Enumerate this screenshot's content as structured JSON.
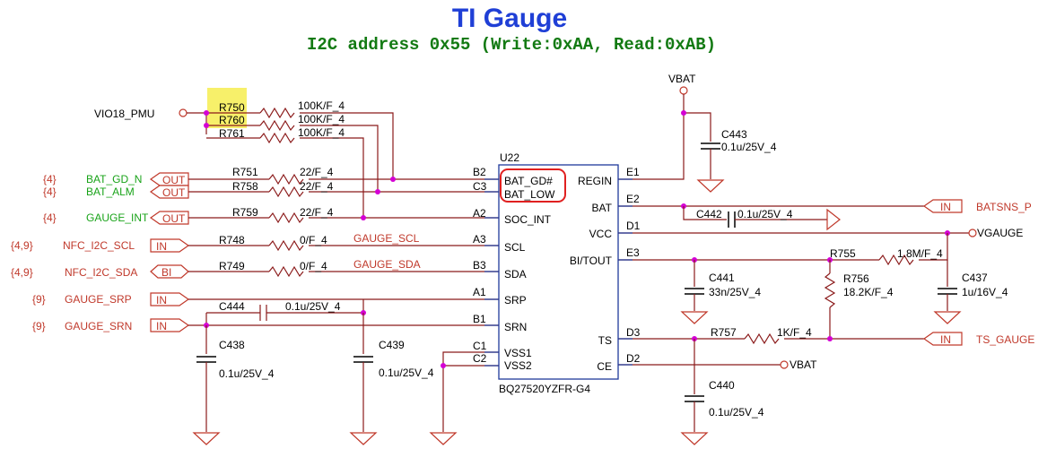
{
  "title": "TI Gauge",
  "subtitle": "I2C address 0x55 (Write:0xAA, Read:0xAB)",
  "ic": {
    "ref": "U22",
    "part": "BQ27520YZFR-G4",
    "left_pins": [
      {
        "num": "B2",
        "name": "BAT_GD#"
      },
      {
        "num": "C3",
        "name": "BAT_LOW"
      },
      {
        "num": "A2",
        "name": "SOC_INT"
      },
      {
        "num": "A3",
        "name": "SCL"
      },
      {
        "num": "B3",
        "name": "SDA"
      },
      {
        "num": "A1",
        "name": "SRP"
      },
      {
        "num": "B1",
        "name": "SRN"
      },
      {
        "num": "C1",
        "name": "VSS1"
      },
      {
        "num": "C2",
        "name": "VSS2"
      }
    ],
    "right_pins": [
      {
        "num": "E1",
        "name": "REGIN"
      },
      {
        "num": "E2",
        "name": "BAT"
      },
      {
        "num": "D1",
        "name": "VCC"
      },
      {
        "num": "E3",
        "name": "BI/TOUT"
      },
      {
        "num": "D3",
        "name": "TS"
      },
      {
        "num": "D2",
        "name": "CE"
      }
    ]
  },
  "nets": {
    "vio": "VIO18_PMU",
    "vbat_top": "VBAT",
    "vbat_ce": "VBAT",
    "vgauge": "VGAUGE",
    "batsns": "BATSNS_P",
    "ts_gauge": "TS_GAUGE",
    "gauge_scl": "GAUGE_SCL",
    "gauge_sda": "GAUGE_SDA"
  },
  "left_ports": [
    {
      "ref": "{4}",
      "net": "BAT_GD_N",
      "dir": "OUT"
    },
    {
      "ref": "{4}",
      "net": "BAT_ALM",
      "dir": "OUT"
    },
    {
      "ref": "{4}",
      "net": "GAUGE_INT",
      "dir": "OUT"
    },
    {
      "ref": "{4,9}",
      "net": "NFC_I2C_SCL",
      "dir": "IN"
    },
    {
      "ref": "{4,9}",
      "net": "NFC_I2C_SDA",
      "dir": "BI"
    },
    {
      "ref": "{9}",
      "net": "GAUGE_SRP",
      "dir": "IN"
    },
    {
      "ref": "{9}",
      "net": "GAUGE_SRN",
      "dir": "IN"
    }
  ],
  "right_ports": [
    {
      "net": "BATSNS_P",
      "dir": "IN"
    },
    {
      "net": "TS_GAUGE",
      "dir": "IN"
    }
  ],
  "resistors": [
    {
      "ref": "R750",
      "value": "100K/F_4"
    },
    {
      "ref": "R760",
      "value": "100K/F_4"
    },
    {
      "ref": "R761",
      "value": "100K/F_4"
    },
    {
      "ref": "R751",
      "value": "22/F_4"
    },
    {
      "ref": "R758",
      "value": "22/F_4"
    },
    {
      "ref": "R759",
      "value": "22/F_4"
    },
    {
      "ref": "R748",
      "value": "0/F_4"
    },
    {
      "ref": "R749",
      "value": "0/F_4"
    },
    {
      "ref": "R755",
      "value": "1.8M/F_4"
    },
    {
      "ref": "R756",
      "value": "18.2K/F_4"
    },
    {
      "ref": "R757",
      "value": "1K/F_4"
    }
  ],
  "capacitors": [
    {
      "ref": "C443",
      "value": "0.1u/25V_4"
    },
    {
      "ref": "C442",
      "value": "0.1u/25V_4"
    },
    {
      "ref": "C444",
      "value": "0.1u/25V_4"
    },
    {
      "ref": "C438",
      "value": "0.1u/25V_4"
    },
    {
      "ref": "C439",
      "value": "0.1u/25V_4"
    },
    {
      "ref": "C441",
      "value": "33n/25V_4"
    },
    {
      "ref": "C437",
      "value": "1u/16V_4"
    },
    {
      "ref": "C440",
      "value": "0.1u/25V_4"
    }
  ],
  "highlight_color": "#f7f06a",
  "callout_color": "#e02020"
}
